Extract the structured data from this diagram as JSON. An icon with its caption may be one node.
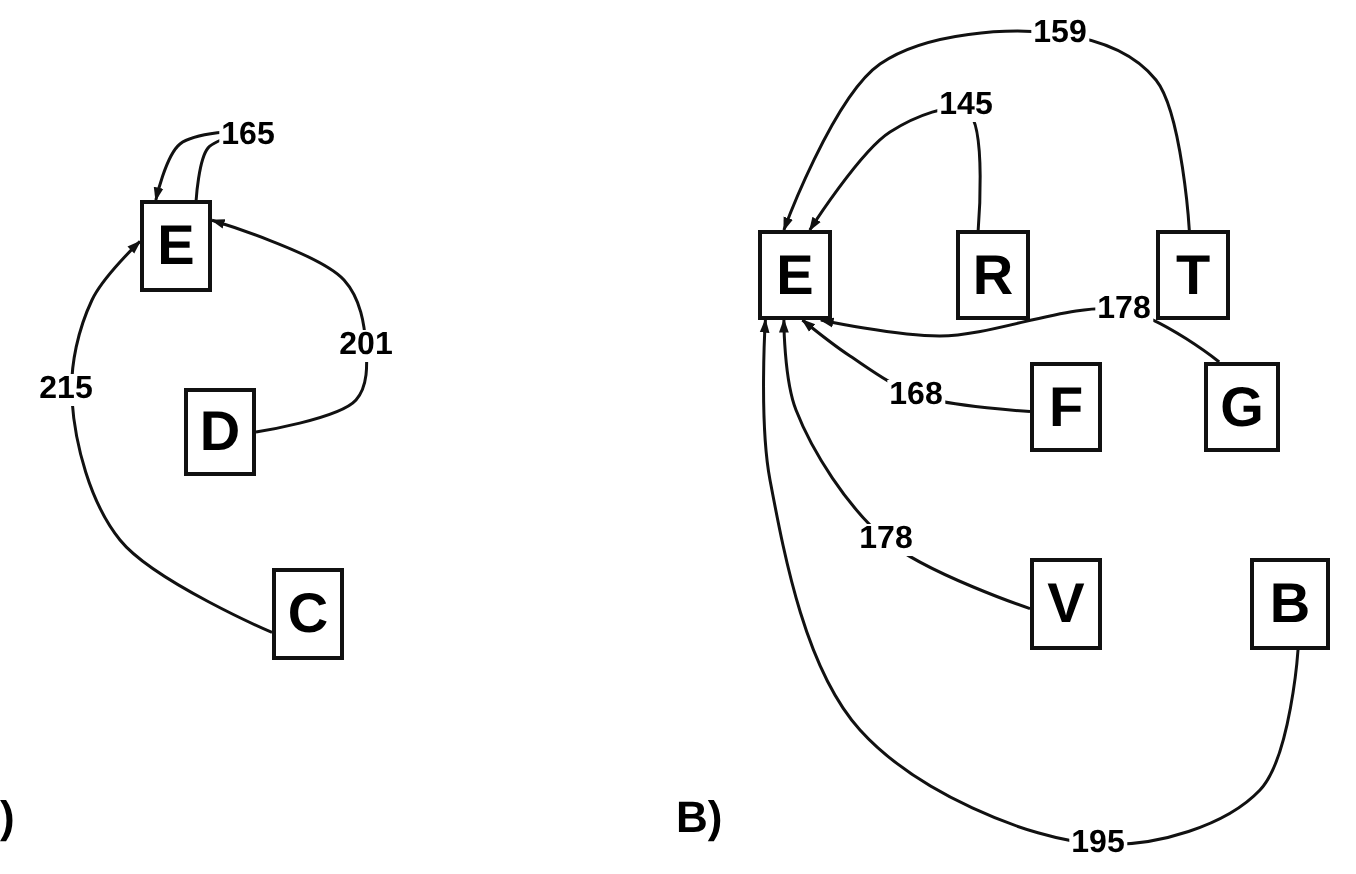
{
  "diagram": {
    "nodes": [
      {
        "text": [
          "E"
        ]
      },
      {
        "text": [
          "D"
        ]
      },
      {
        "text": [
          "C"
        ]
      },
      {
        "text": [
          "E"
        ]
      },
      {
        "text": [
          "R"
        ]
      },
      {
        "text": [
          "T"
        ]
      },
      {
        "text": [
          "F"
        ]
      },
      {
        "text": [
          "G"
        ]
      },
      {
        "text": [
          "V"
        ]
      },
      {
        "text": [
          "B"
        ]
      }
    ],
    "edges": [
      {
        "from": 0,
        "to": 0,
        "arrow": "to",
        "label": "165"
      },
      {
        "from": 1,
        "to": 0,
        "arrow": "to",
        "label": "201"
      },
      {
        "from": 2,
        "to": 0,
        "arrow": "to",
        "label": "215"
      },
      {
        "from": 4,
        "to": 3,
        "arrow": "to",
        "label": "145"
      },
      {
        "from": 5,
        "to": 3,
        "arrow": "to",
        "label": "159"
      },
      {
        "from": 7,
        "to": 3,
        "arrow": "to",
        "label": "178"
      },
      {
        "from": 6,
        "to": 3,
        "arrow": "to",
        "label": "168"
      },
      {
        "from": 8,
        "to": 3,
        "arrow": "to",
        "label": "178"
      },
      {
        "from": 9,
        "to": 3,
        "arrow": "to",
        "label": "195"
      }
    ],
    "labels": [
      ")",
      "B)"
    ]
  }
}
